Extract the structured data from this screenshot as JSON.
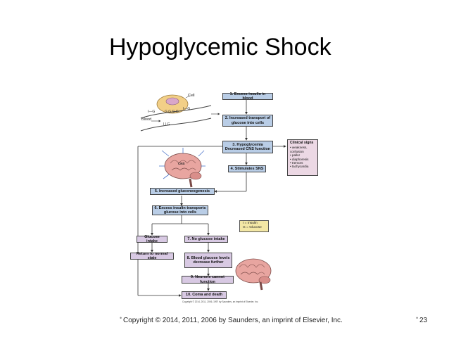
{
  "slide": {
    "title": "Hypoglycemic Shock",
    "copyright": "Copyright © 2014, 2011, 2006 by Saunders, an imprint of Elsevier, Inc.",
    "page_number": "23"
  },
  "diagram": {
    "cell_label": "Cell",
    "blood_label": "Blood",
    "cns_label": "CNS",
    "steps": {
      "s1": "1. Excess insulin in blood",
      "s2": "2. Increased transport of glucose into cells",
      "s3": "3. Hypoglycemia Decreased CNS function",
      "s4": "4. Stimulates SNS",
      "s5": "5. Increased gluconeogenesis",
      "s6": "6. Excess insulin transports glucose into cells",
      "s7": "7. No glucose intake",
      "s8": "8. Blood glucose levels decrease further",
      "s9": "9. Neurons cannot function",
      "s10": "10. Coma and death"
    },
    "glucose_intake": "Glucose intake",
    "return_normal": "Return to normal state",
    "clinical_signs": {
      "heading": "Clinical signs",
      "items": [
        "• weakness, confusion",
        "• pallor",
        "• diaphoresis",
        "• tremors",
        "• tachycardia"
      ]
    },
    "legend": {
      "insulin": "I = Insulin",
      "glucose": "G = Glucose"
    },
    "image_credit": "Copyright © 2014, 2011, 2006, 1997 by Saunders, an imprint of Elsevier, Inc."
  },
  "colors": {
    "step_blue": "#b9cde6",
    "step_lavender": "#d8c9e3",
    "clinical_pink": "#ecd8e4",
    "legend_yellow": "#f3e7a5",
    "cell_yellow": "#f2cf87",
    "brain_pink": "#e8a5a0"
  }
}
